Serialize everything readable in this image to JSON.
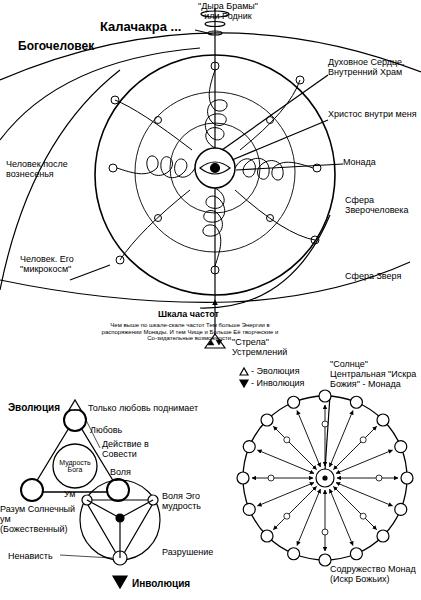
{
  "diagram": {
    "nodes": [
      {
        "text": [
          "Мудрость Бога"
        ]
      }
    ],
    "labels": [
      "Калачакра ...",
      "\"Дыра Брамы\" или Родник",
      "Богочеловек",
      "Духовное Сердце. Внутренний Храм",
      "Христос внутри меня",
      "Человек после вознесенья",
      "Монада",
      "Сфера Зверочеловека",
      "Человек. Его \"микрокосм\"",
      "Сфера Зверя",
      "Шкала частот",
      "Чем выше по шкале-скале частот Тем больше Энергии в распоряжении Монады. И тем Чище и Больше Её творческие и Со-зидательные возможности.",
      "\"Стрела\" Устремлений",
      "\"Солнце\" Центральная \"Искра Божия\" - Монада",
      "Содружество Монад (Искр Божьих)",
      "Эволюция",
      "Только любовь поднимает",
      "Любовь",
      "Действие в Совести",
      "Воля",
      "Разум Солнечный ум (Божественный)",
      "Ум",
      "Воля Эго мудрость",
      "Ненависть",
      "Разрушение",
      "Инволюция"
    ],
    "legend": [
      {
        "text": "- Эволюция"
      },
      {
        "text": "- Инволюция"
      }
    ]
  }
}
